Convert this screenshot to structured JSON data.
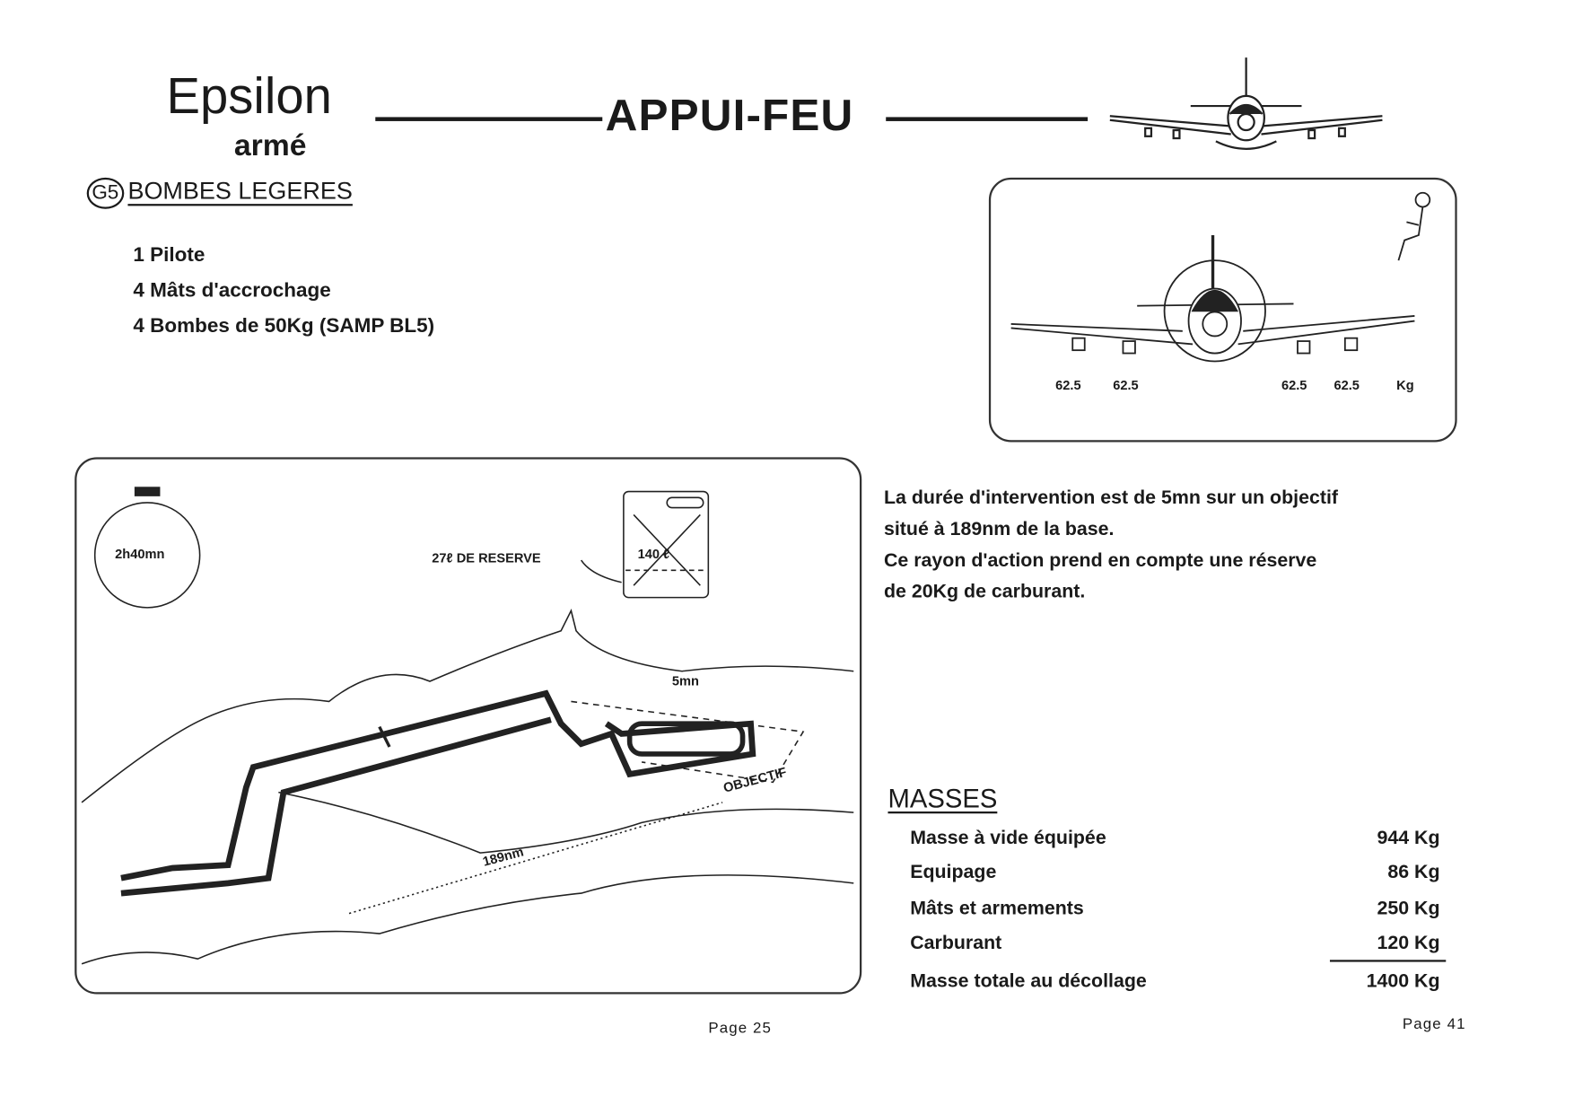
{
  "header": {
    "logo_main": "Epsilon",
    "logo_sub": "armé",
    "title": "APPUI-FEU"
  },
  "section": {
    "code": "G5",
    "title": "BOMBES LEGERES"
  },
  "loadout": [
    "1 Pilote",
    "4 Mâts d'accrochage",
    "4 Bombes de 50Kg (SAMP BL5)"
  ],
  "pylon_diagram": {
    "weights": [
      "62.5",
      "62.5",
      "62.5",
      "62.5"
    ],
    "unit": "Kg"
  },
  "mission_diagram": {
    "duration": "2h40mn",
    "reserve_label": "27ℓ DE RESERVE",
    "fuel_capacity": "140 ℓ",
    "loiter_time": "5mn",
    "objective_label": "OBJECTIF",
    "distance": "189nm"
  },
  "description": [
    "La durée d'intervention  est de 5mn sur un objectif",
    "situé à 189nm de la base.",
    "Ce rayon d'action prend en compte une réserve",
    "de 20Kg de carburant."
  ],
  "masses": {
    "title": "MASSES",
    "rows": [
      {
        "label": "Masse à vide équipée",
        "value": "944  Kg"
      },
      {
        "label": "Equipage",
        "value": "86  Kg"
      },
      {
        "label": "Mâts et armements",
        "value": "250  Kg"
      },
      {
        "label": "Carburant",
        "value": "120  Kg"
      },
      {
        "label": "Masse totale au décollage",
        "value": "1400  Kg"
      }
    ]
  },
  "footer": {
    "page_left": "Page  25",
    "page_right": "Page  41"
  }
}
